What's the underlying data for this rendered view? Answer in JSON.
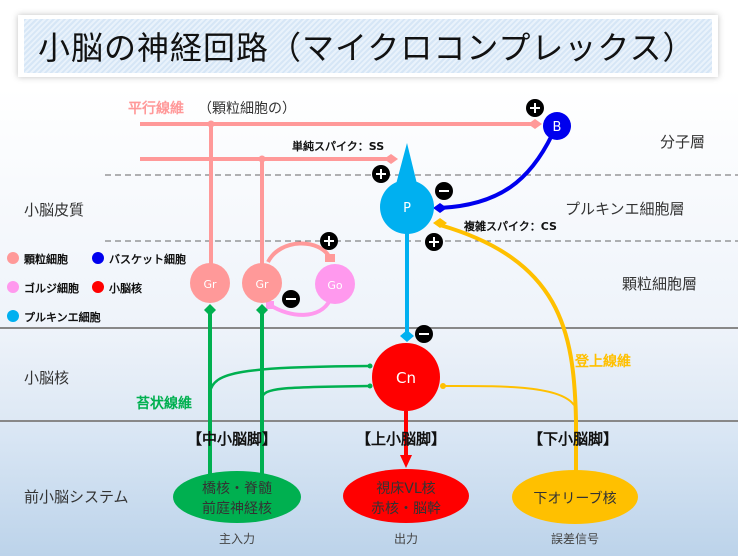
{
  "title": "小脳の神経回路（マイクロコンプレックス）",
  "colors": {
    "granule": "#ff9999",
    "basket": "#0000ee",
    "golgi": "#ff99ee",
    "nuclei": "#ff0000",
    "purkinje": "#00b0f0",
    "mossy": "#00b050",
    "climbing": "#ffc000"
  },
  "layers": {
    "molecular": "分子層",
    "purkinje": "プルキンエ細胞層",
    "granular": "顆粒細胞層",
    "cortex": "小脳皮質",
    "nuclei": "小脳核",
    "precerebellar": "前小脳システム"
  },
  "legend": [
    {
      "label": "顆粒細胞",
      "color": "#ff9999"
    },
    {
      "label": "バスケット細胞",
      "color": "#0000ee"
    },
    {
      "label": "ゴルジ細胞",
      "color": "#ff99ee"
    },
    {
      "label": "小脳核",
      "color": "#ff0000"
    },
    {
      "label": "プルキンエ細胞",
      "color": "#00b0f0"
    }
  ],
  "fibers": {
    "parallel": "平行線維",
    "parallel_note": "（顆粒細胞の）",
    "mossy": "苔状線維",
    "climbing": "登上線維",
    "simple_spike": "単純スパイク：SS",
    "complex_spike": "複雑スパイク：CS"
  },
  "cells": {
    "basket": "B",
    "purkinje": "P",
    "granule1": "Gr",
    "granule2": "Gr",
    "golgi": "Go",
    "nuclei": "Cn"
  },
  "peduncles": {
    "middle": "【中小脳脚】",
    "superior": "【上小脳脚】",
    "inferior": "【下小脳脚】"
  },
  "sources": {
    "pontine_line1": "橋核・脊髄",
    "pontine_line2": "前庭神経核",
    "pontine_caption": "主入力",
    "thalamus_line1": "視床VL核",
    "thalamus_line2": "赤核・脳幹",
    "thalamus_caption": "出力",
    "olive": "下オリーブ核",
    "olive_caption": "誤差信号"
  },
  "signs": {
    "plus": "+",
    "minus": "−"
  }
}
